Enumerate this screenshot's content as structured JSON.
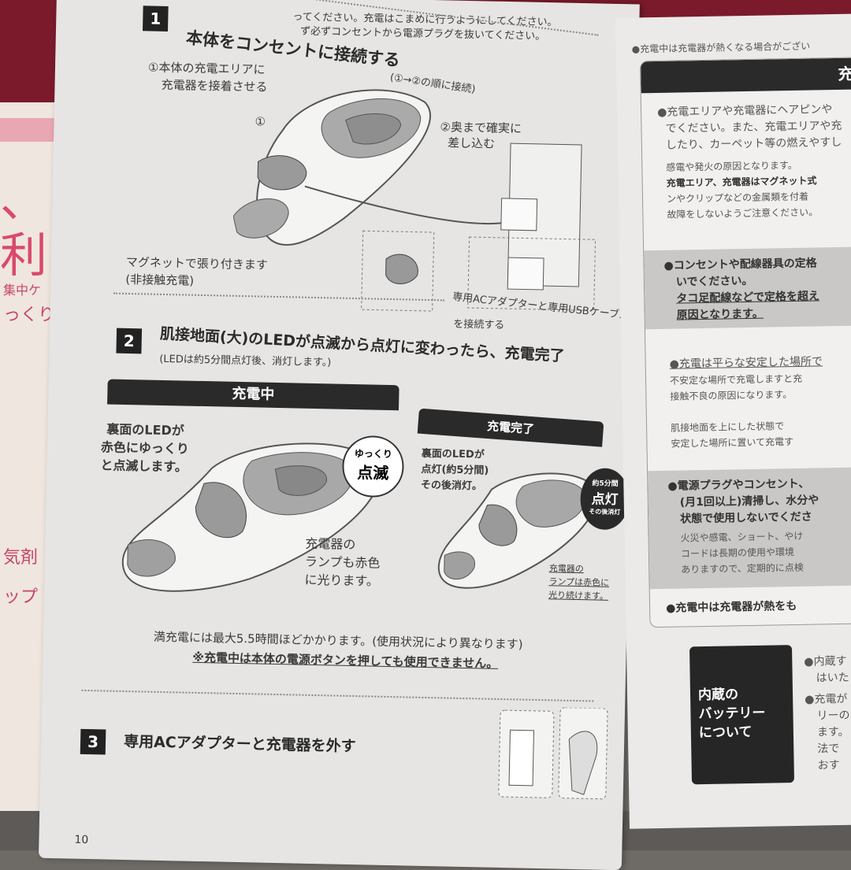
{
  "left_booklet": {
    "big_char": "、利",
    "labels": [
      "集中ケ",
      "っくり",
      "気剤",
      "ップ"
    ]
  },
  "page": {
    "top_note": [
      "ず必ずコンセントから電源プラグを抜いてください。",
      "ってください。充電はこまめに行うようにしてください。"
    ],
    "step1": {
      "number": "1",
      "title": "本体をコンセントに接続する",
      "order": "(①→②の順に接続)",
      "callout1": [
        "①本体の充電エリアに",
        "充電器を接着させる"
      ],
      "marker1": "①",
      "marker2": "②",
      "callout2": [
        "②奥まで確実に",
        "差し込む"
      ],
      "magnet": [
        "マグネットで張り付きます",
        "(非接触充電)"
      ],
      "adapter": [
        "専用ACアダプターと専用USBケーブル",
        "を接続する"
      ]
    },
    "step2": {
      "number": "2",
      "title": "肌接地面(大)のLEDが点滅から点灯に変わったら、充電完了",
      "sub": "(LEDは約5分間点灯後、消灯します。)",
      "charging": {
        "header": "充電中",
        "led": [
          "裏面のLEDが",
          "赤色にゆっくり",
          "と点滅します。"
        ],
        "bubble": [
          "ゆっくり",
          "点滅"
        ],
        "lamp": [
          "充電器の",
          "ランプも赤色",
          "に光ります。"
        ]
      },
      "done": {
        "header": "充電完了",
        "led": [
          "裏面のLEDが",
          "点灯(約5分間)",
          "その後消灯。"
        ],
        "bubble": [
          "約5分間",
          "点灯",
          "その後消灯"
        ],
        "lamp": [
          "充電器の",
          "ランプは赤色に",
          "光り続けます。"
        ]
      },
      "time_note": "満充電には最大5.5時間ほどかかります。(使用状況により異なります)",
      "warning": "※充電中は本体の電源ボタンを押しても使用できません。"
    },
    "step3": {
      "number": "3",
      "title": "専用ACアダプターと充電器を外す"
    },
    "page_number": "10"
  },
  "right_page": {
    "top": "●充電中は充電器が熱くなる場合がござい",
    "box_header": "充電",
    "section1": [
      "●充電エリアや充電器にヘアピンや",
      "でください。また、充電エリアや充",
      "したり、カーペット等の燃えやすし"
    ],
    "section1_note": [
      "感電や発火の原因となります。",
      "充電エリア、充電器はマグネット式",
      "ンやクリップなどの金属類を付着",
      "故障をしないようご注意ください。"
    ],
    "section2": [
      "●コンセントや配線器具の定格",
      "いでください。",
      "タコ足配線などで定格を超え",
      "原因となります。"
    ],
    "section3": [
      "●充電は平らな安定した場所で",
      "不安定な場所で充電しますと充",
      "接触不良の原因になります。",
      "",
      "肌接地面を上にした状態で",
      "安定した場所に置いて充電す"
    ],
    "section4": [
      "●電源プラグやコンセント、",
      "(月1回以上)清掃し、水分や",
      "状態で使用しないでくださ",
      "火災や感電、ショート、やけ",
      "コードは長期の使用や環境",
      "ありますので、定期的に点検"
    ],
    "section5": "●充電中は充電器が熱をも",
    "battery_label": [
      "内蔵の",
      "バッテリー",
      "について"
    ],
    "battery_text": [
      "●内蔵す",
      "はいた",
      "●充電が",
      "リーの",
      "ます。",
      "法で",
      "おす"
    ]
  }
}
